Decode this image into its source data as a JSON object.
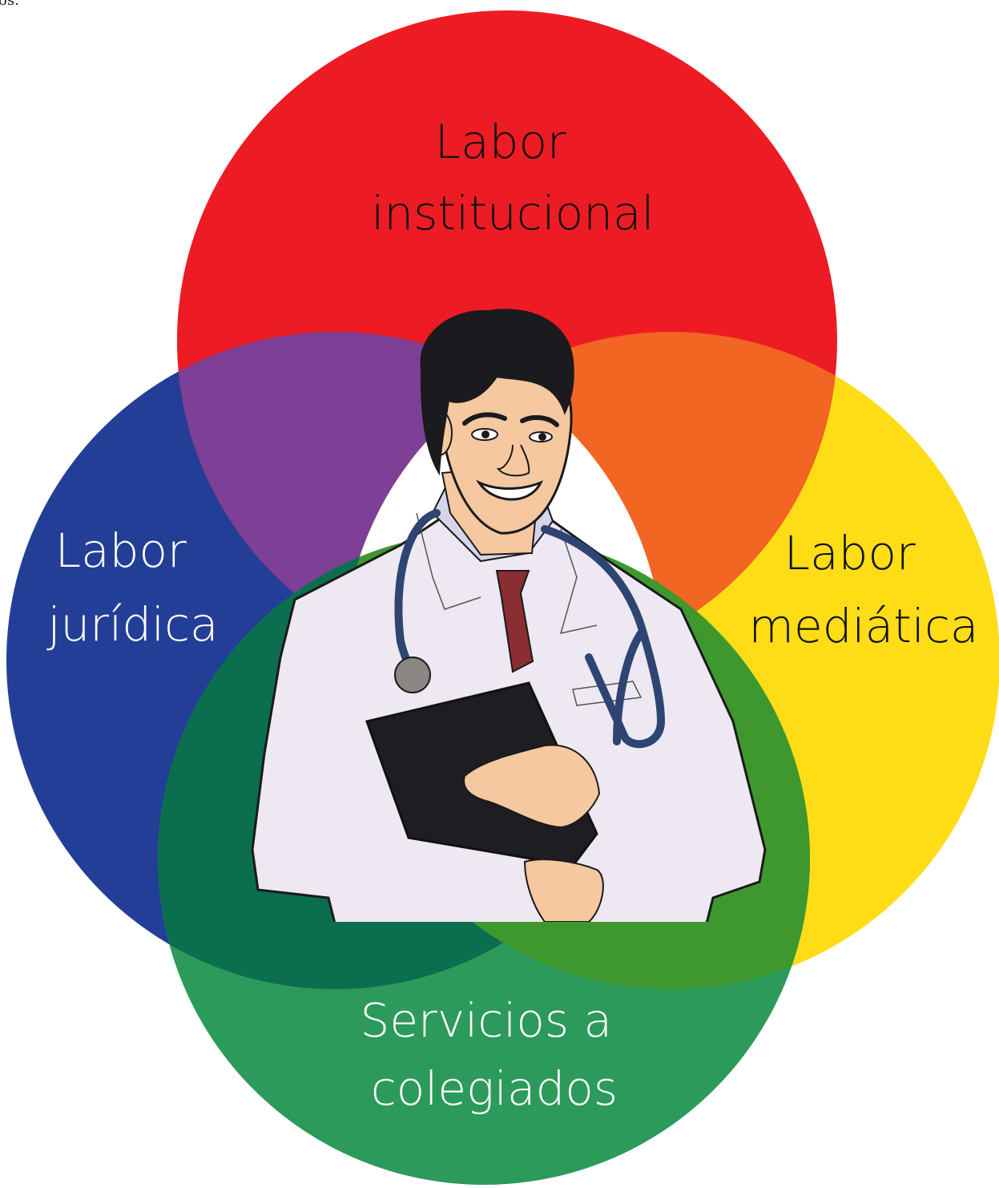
{
  "corner_fragment": "os.",
  "circles": {
    "top": {
      "label_lines": [
        "Labor",
        "institucional"
      ],
      "fill": "#ED1C24",
      "text_color": "#111111"
    },
    "left": {
      "label_lines": [
        "Labor",
        "jurídica"
      ],
      "fill": "#233E97",
      "text_color": "#FFFFFF"
    },
    "right": {
      "label_lines": [
        "Labor",
        "mediática"
      ],
      "fill": "#FEDD17",
      "text_color": "#111111"
    },
    "bottom": {
      "label_lines": [
        "Servicios a",
        "colegiados"
      ],
      "fill": "#2C9A5A",
      "text_color": "#FFFFFF"
    }
  },
  "overlap_colors": {
    "top_left": "#7E3F96",
    "top_right": "#F26522",
    "bottom_left": "#0B6E4F",
    "bottom_right": "#3E982E"
  },
  "center_illustration": {
    "subject": "doctor-with-stethoscope-and-clipboard",
    "coat_color": "#EDE8F1",
    "skin_color": "#F5C8A0",
    "tie_color": "#8A2E33",
    "stethoscope_color": "#2E4573"
  }
}
